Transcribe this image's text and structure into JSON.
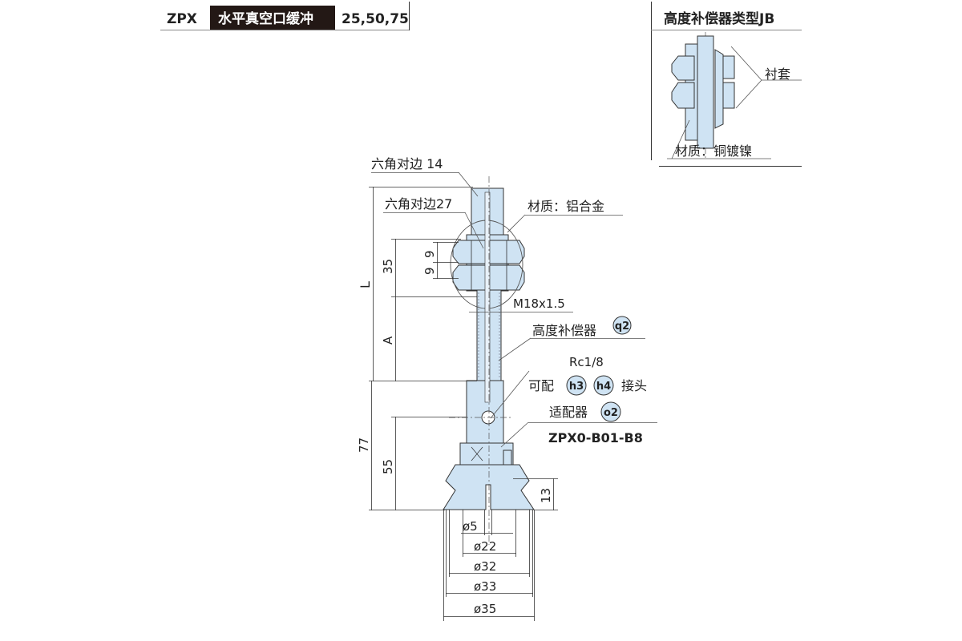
{
  "header": {
    "series": "ZPX",
    "type_label": "水平真空口缓冲",
    "sizes": "25,50,75"
  },
  "inset": {
    "title": "高度补偿器类型JB",
    "bushing_label": "衬套",
    "material_label": "材质：铜镀镍"
  },
  "labels": {
    "hex14": "六角对边 14",
    "hex27": "六角对边27",
    "material": "材质：铝合金",
    "thread": "M18x1.5",
    "compensator": "高度补偿器",
    "compensator_code": "q2",
    "port": "Rc1/8",
    "fitting_prefix": "可配",
    "fitting_code1": "h3",
    "fitting_code2": "h4",
    "fitting_suffix": "接头",
    "adapter": "适配器",
    "adapter_code": "o2",
    "adapter_model": "ZPX0-B01-B8"
  },
  "dimensions": {
    "L": "L",
    "d35": "35",
    "A": "A",
    "d9a": "9",
    "d9b": "9",
    "d77": "77",
    "d55": "55",
    "d13": "13",
    "dia5": "ø5",
    "dia22": "ø22",
    "dia32": "ø32",
    "dia33": "ø33",
    "dia35": "ø35"
  }
}
